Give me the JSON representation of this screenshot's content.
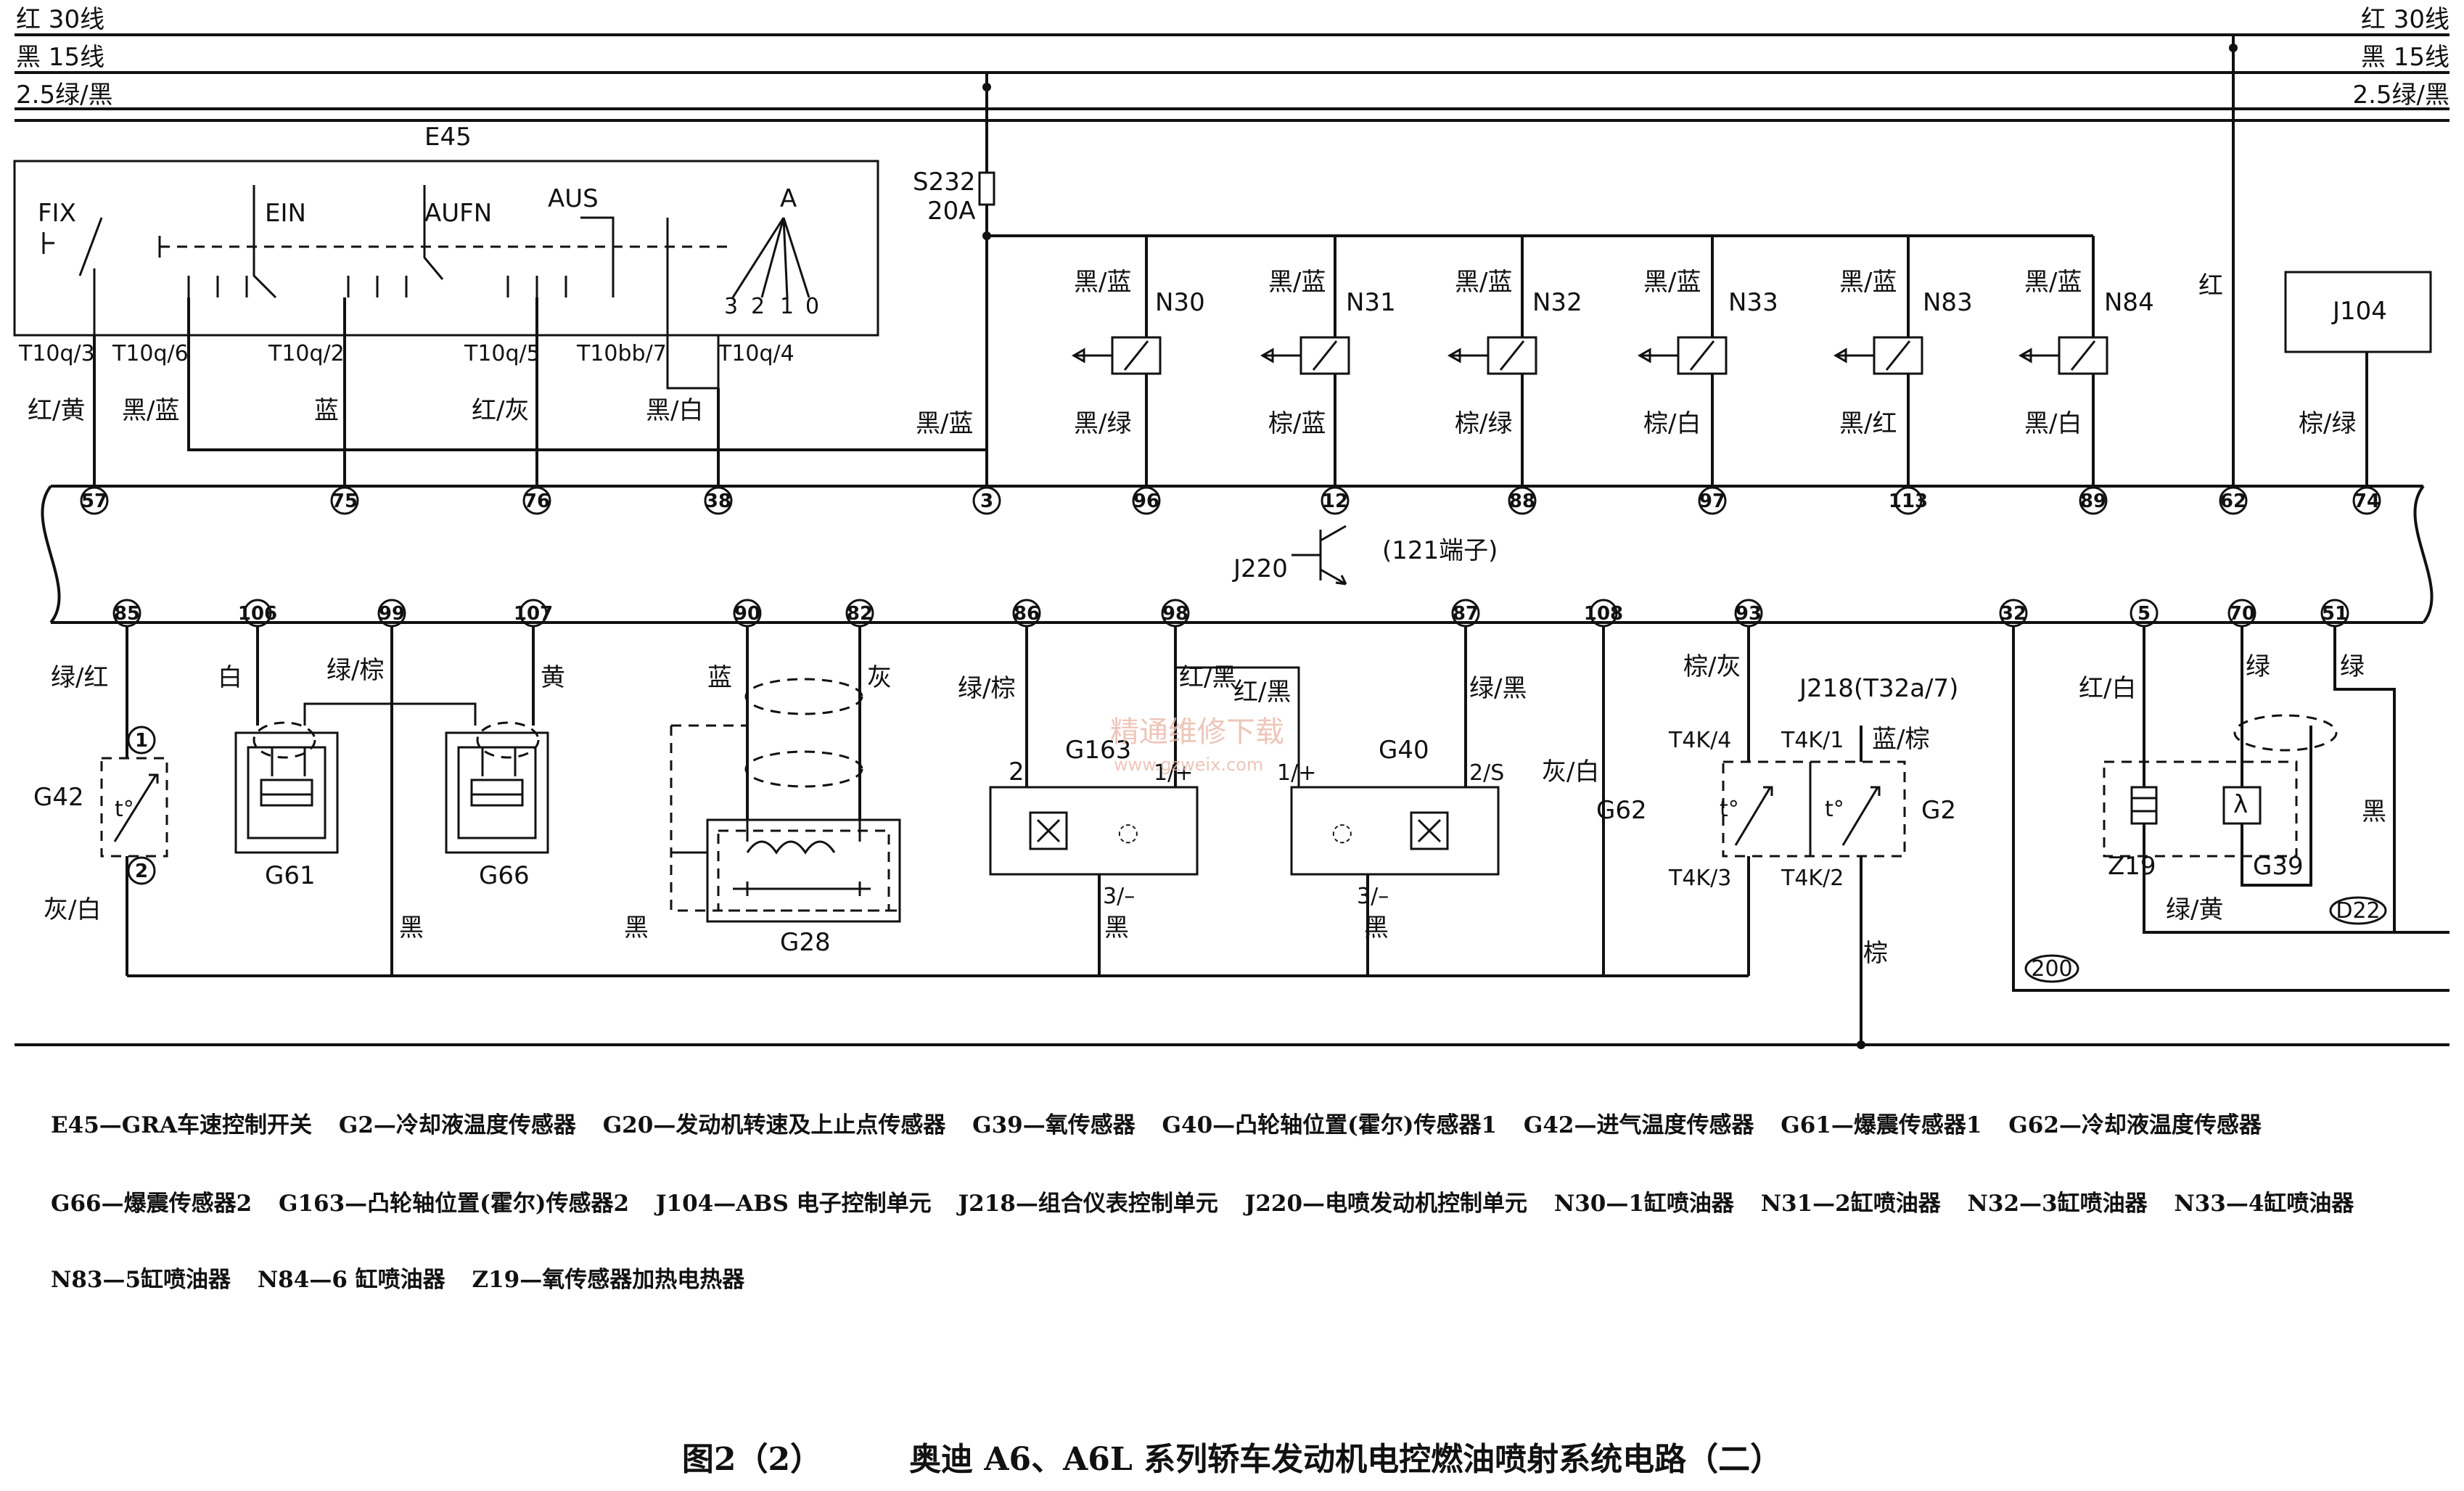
{
  "bus": {
    "top_left_1": "红  30线",
    "top_left_2": "黑  15线",
    "top_left_3": "2.5绿/黑",
    "top_right_1": "红  30线",
    "top_right_2": "黑  15线",
    "top_right_3": "2.5绿/黑"
  },
  "switch_e45": {
    "name": "E45",
    "fix": "FIX",
    "ein": "EIN",
    "aufn": "AUFN",
    "aus": "AUS",
    "a": "A",
    "positions": [
      "3",
      "2",
      "1",
      "0"
    ],
    "connectors": [
      "T10q/3",
      "T10q/6",
      "T10q/2",
      "T10q/5",
      "T10bb/7",
      "T10q/4"
    ]
  },
  "fuse": {
    "name": "S232",
    "rating": "20A"
  },
  "injectors": [
    {
      "name": "N30",
      "in": "黑/蓝",
      "out": "黑/绿",
      "pin": "96"
    },
    {
      "name": "N31",
      "in": "黑/蓝",
      "out": "棕/蓝",
      "pin": "12"
    },
    {
      "name": "N32",
      "in": "黑/蓝",
      "out": "棕/绿",
      "pin": "88"
    },
    {
      "name": "N33",
      "in": "黑/蓝",
      "out": "棕/白",
      "pin": "97"
    },
    {
      "name": "N83",
      "in": "黑/蓝",
      "out": "黑/红",
      "pin": "113"
    },
    {
      "name": "N84",
      "in": "黑/蓝",
      "out": "黑/白",
      "pin": "89"
    }
  ],
  "top_wires": {
    "w57": "红/黄",
    "w_t10q6": "黑/蓝",
    "w75": "蓝",
    "w76": "红/灰",
    "w38": "黑/白",
    "w3": "黑/蓝",
    "w62": "红",
    "w74": "棕/绿"
  },
  "top_pins": [
    "57",
    "75",
    "76",
    "38",
    "3",
    "62",
    "74"
  ],
  "j104": "J104",
  "ecu": {
    "name": "J220",
    "note": "(121端子)"
  },
  "bottom_pins": [
    "85",
    "106",
    "99",
    "107",
    "90",
    "82",
    "86",
    "98",
    "87",
    "108",
    "93",
    "32",
    "5",
    "70",
    "51"
  ],
  "bottom_wires": {
    "g42_top": "绿/红",
    "g42_bot": "灰/白",
    "w106": "白",
    "w99": "绿/棕",
    "w107": "黄",
    "w90": "蓝",
    "w82": "灰",
    "w86": "绿/棕",
    "w98": "红/黑",
    "w98b": "红/黑",
    "w87": "绿/黑",
    "w108": "灰/白",
    "w93": "棕/灰",
    "j218": "J218(T32a/7)",
    "j218_wire": "蓝/棕",
    "w5": "红/白",
    "w70": "绿",
    "w51": "绿",
    "black": "黑",
    "brown": "棕",
    "g163_gnd": "3/–",
    "g40_gnd": "3/–",
    "z19_wire": "绿/黄"
  },
  "sensors": {
    "g42": "G42",
    "g61": "G61",
    "g66": "G66",
    "g28": "G28",
    "g163": "G163",
    "g40": "G40",
    "g62": "G62",
    "g2": "G2",
    "z19": "Z19",
    "g39": "G39",
    "d22": "D22",
    "ground200": "200",
    "g163_p2": "2",
    "g163_p1": "1/+",
    "g40_p1": "1/+",
    "g40_p2": "2/S",
    "t4k4": "T4K/4",
    "t4k1": "T4K/1",
    "t4k3": "T4K/3",
    "t4k2": "T4K/2",
    "g42_pin1": "1",
    "g42_pin2": "2",
    "temp_symbol": "t°",
    "lambda": "λ",
    "rot_symbol": "◌",
    "watermark": "精通维修下载",
    "watermark_url": "www.gzweix.com"
  },
  "legend": [
    "E45—GRA车速控制开关",
    "G2—冷却液温度传感器",
    "G20—发动机转速及上止点传感器",
    "G39—氧传感器",
    "G40—凸轮轴位置(霍尔)传感器1",
    "G42—进气温度传感器",
    "G61—爆震传感器1",
    "G62—冷却液温度传感器",
    "G66—爆震传感器2",
    "G163—凸轮轴位置(霍尔)传感器2",
    "J104—ABS 电子控制单元",
    "J218—组合仪表控制单元",
    "J220—电喷发动机控制单元",
    "N30—1缸喷油器",
    "N31—2缸喷油器",
    "N32—3缸喷油器",
    "N33—4缸喷油器",
    "N83—5缸喷油器",
    "N84—6 缸喷油器",
    "Z19—氧传感器加热电热器"
  ],
  "caption": {
    "figure": "图2（2）",
    "title": "奥迪 A6、A6L 系列轿车发动机电控燃油喷射系统电路（二）"
  }
}
